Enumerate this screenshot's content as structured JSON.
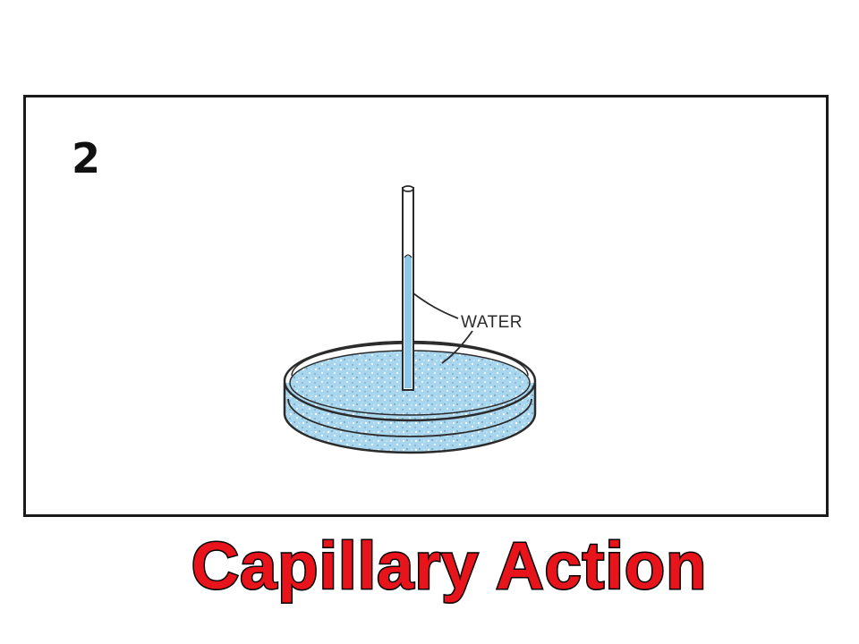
{
  "panel": {
    "number": "2"
  },
  "diagram": {
    "labels": {
      "water": "WATER"
    }
  },
  "caption": {
    "text": "Capillary Action"
  },
  "colors": {
    "water": "#a9d6ef",
    "water_column": "#8fc9ea",
    "outline": "#2b2b2b",
    "caption_fill": "#e8141b",
    "caption_stroke": "#000000"
  }
}
